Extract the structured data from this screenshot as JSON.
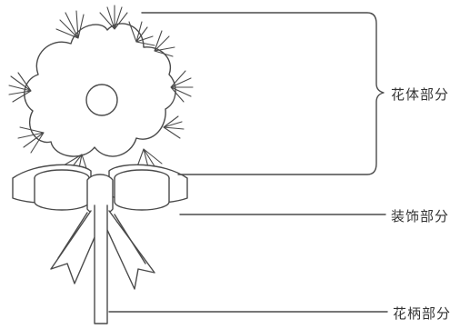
{
  "labels": {
    "flower_head": "花体部分",
    "decoration": "装饰部分",
    "stem": "花柄部分"
  },
  "colors": {
    "line": "#4a4a4a",
    "text": "#333333",
    "background": "#ffffff"
  }
}
